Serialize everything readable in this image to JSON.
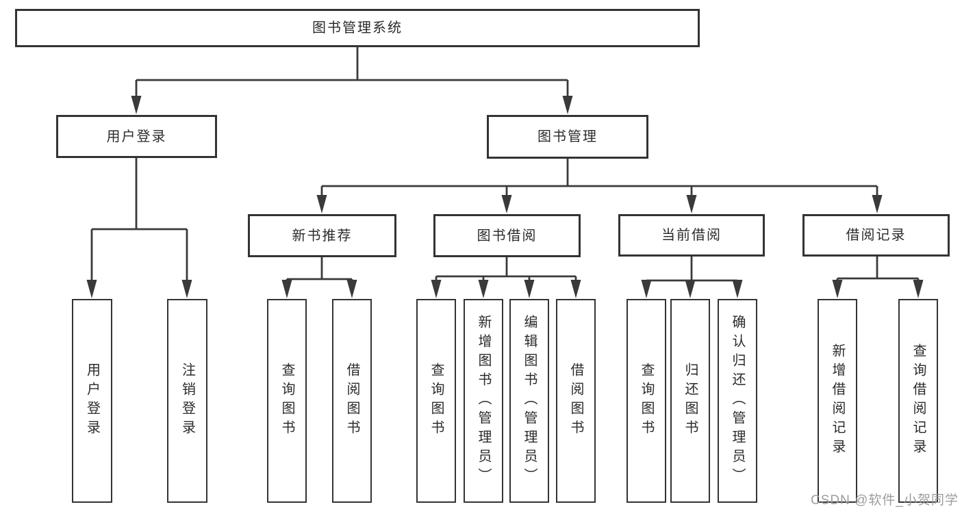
{
  "tree": {
    "label": "图书管理系统",
    "children": [
      {
        "label": "用户登录",
        "children": [
          {
            "label": "用户登录"
          },
          {
            "label": "注销登录"
          }
        ]
      },
      {
        "label": "图书管理",
        "children": [
          {
            "label": "新书推荐",
            "children": [
              {
                "label": "查询图书"
              },
              {
                "label": "借阅图书"
              }
            ]
          },
          {
            "label": "图书借阅",
            "children": [
              {
                "label": "查询图书"
              },
              {
                "label": "新增图书（管理员）"
              },
              {
                "label": "编辑图书（管理员）"
              },
              {
                "label": "借阅图书"
              }
            ]
          },
          {
            "label": "当前借阅",
            "children": [
              {
                "label": "查询图书"
              },
              {
                "label": "归还图书"
              },
              {
                "label": "确认归还（管理员）"
              }
            ]
          },
          {
            "label": "借阅记录",
            "children": [
              {
                "label": "新增借阅记录"
              },
              {
                "label": "查询借阅记录"
              }
            ]
          }
        ]
      }
    ]
  },
  "watermark": {
    "text": "CSDN @软件_小贺同学"
  },
  "colors": {
    "line": "#3a3a3a",
    "box_border": "#333333",
    "text": "#2b2b2b",
    "watermark": "#9c9c9c",
    "background": "#ffffff"
  }
}
